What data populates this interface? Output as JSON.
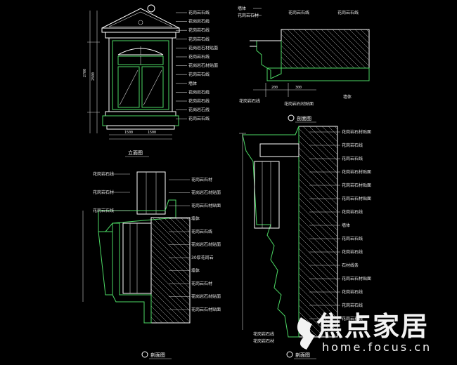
{
  "views": {
    "elevation": {
      "title": "立面图",
      "labels": [
        "花岗岩石线",
        "花岗岩石线",
        "花岗岩石线",
        "花岗岩石线",
        "花岗岩石材贴面",
        "花岗岩石线",
        "花岗岩石材贴面",
        "花岗岩石线",
        "墙体",
        "花岗岩石线",
        "花岗岩石线",
        "花岗岩石线",
        "花岗岩石线"
      ],
      "dims_left": [
        "2700",
        "2500"
      ],
      "dims_bottom": [
        "1500",
        "1500"
      ]
    },
    "section_top": {
      "title": "剖面图",
      "labels_top": [
        "墙体",
        "花岗岩石材",
        "花岗岩石线",
        "花岗岩石线"
      ],
      "labels_bottom": [
        "花岗岩石线",
        "墙体",
        "花岗岩石材贴面"
      ],
      "dims": [
        "200",
        "300"
      ]
    },
    "section_left": {
      "title": "剖面图",
      "labels_left": [
        "花岗岩石线",
        "花岗岩石材",
        "花岗岩石线"
      ],
      "labels_right": [
        "花岗岩石材",
        "花岗岩石材贴面",
        "花岗岩石材贴面",
        "墙体",
        "花岗岩石线",
        "花岗岩石材贴面",
        "30厚花岗岩",
        "墙体",
        "花岗岩石材",
        "花岗岩石材贴面",
        "花岗岩石材贴面"
      ]
    },
    "section_right": {
      "title": "剖面图",
      "labels": [
        "花岗岩石材贴面",
        "花岗岩石线",
        "花岗岩石线",
        "花岗岩石材贴面",
        "花岗岩石材贴面",
        "花岗岩石材贴面",
        "花岗岩石线",
        "墙体",
        "花岗岩石线",
        "花岗岩石线",
        "石材线条",
        "花岗岩石材贴面",
        "花岗岩石线",
        "花岗岩石线",
        "花岗岩石线"
      ],
      "labels_bottom": [
        "花岗岩石线",
        "花岗岩石材"
      ]
    }
  },
  "watermark": {
    "brand_cn": "焦点家居",
    "brand_url": "home.focus.cn"
  },
  "colors": {
    "background": "#000000",
    "line": "#ffffff",
    "accent": "#4cd964"
  }
}
